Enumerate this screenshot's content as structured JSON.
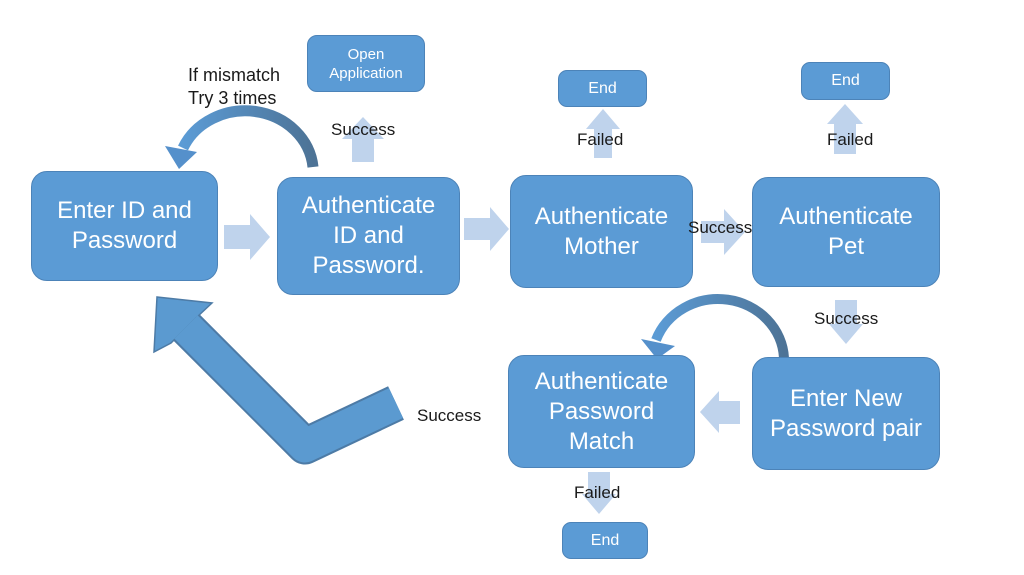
{
  "diagram": {
    "title": "Authentication flow diagram",
    "colors": {
      "node_fill": "#5B9BD5",
      "node_border": "#4C83B8",
      "node_text": "#FFFFFF",
      "block_arrow_fill": "#BFD3EC",
      "curved_arrow_dark": "#4D7396",
      "curved_arrow_light": "#5B9BD5",
      "big_arrow_fill": "#5B9AD0",
      "big_arrow_border": "#4D7BA6",
      "label_text": "#1A1A1A",
      "background": "#FFFFFF"
    }
  },
  "nodes": {
    "enter_id": {
      "label": "Enter ID and\nPassword"
    },
    "auth_id": {
      "label": "Authenticate\nID and\nPassword."
    },
    "open_app": {
      "label": "Open\nApplication"
    },
    "auth_mother": {
      "label": "Authenticate\nMother"
    },
    "auth_pet": {
      "label": "Authenticate\nPet"
    },
    "end_mother": {
      "label": "End"
    },
    "end_pet": {
      "label": "End"
    },
    "auth_pw_match": {
      "label": "Authenticate\nPassword\nMatch"
    },
    "enter_new_pw": {
      "label": "Enter New\nPassword pair"
    },
    "end_match": {
      "label": "End"
    }
  },
  "labels": {
    "if_mismatch": "If mismatch\nTry 3 times",
    "success_open": "Success",
    "failed_mother": "Failed",
    "failed_pet": "Failed",
    "success_mother_pet": "Success",
    "success_pet_newpw": "Success",
    "success_match_loop": "Success",
    "failed_match": "Failed"
  },
  "flow": [
    {
      "from": "enter_id",
      "to": "auth_id",
      "label": "",
      "connector": "block-arrow"
    },
    {
      "from": "auth_id",
      "to": "open_app",
      "label": "Success",
      "connector": "block-arrow"
    },
    {
      "from": "auth_id",
      "to": "enter_id",
      "label": "If mismatch Try 3 times",
      "connector": "curved-arrow"
    },
    {
      "from": "auth_id",
      "to": "auth_mother",
      "label": "",
      "connector": "block-arrow"
    },
    {
      "from": "auth_mother",
      "to": "end_mother",
      "label": "Failed",
      "connector": "block-arrow"
    },
    {
      "from": "auth_mother",
      "to": "auth_pet",
      "label": "Success",
      "connector": "block-arrow"
    },
    {
      "from": "auth_pet",
      "to": "end_pet",
      "label": "Failed",
      "connector": "block-arrow"
    },
    {
      "from": "auth_pet",
      "to": "enter_new_pw",
      "label": "Success",
      "connector": "block-arrow"
    },
    {
      "from": "enter_new_pw",
      "to": "auth_pw_match",
      "label": "",
      "connector": "curved-arrow"
    },
    {
      "from": "enter_new_pw",
      "to": "auth_pw_match",
      "label": "",
      "connector": "block-arrow"
    },
    {
      "from": "auth_pw_match",
      "to": "end_match",
      "label": "Failed",
      "connector": "block-arrow"
    },
    {
      "from": "auth_pw_match",
      "to": "enter_id",
      "label": "Success",
      "connector": "big-bent-arrow"
    }
  ]
}
